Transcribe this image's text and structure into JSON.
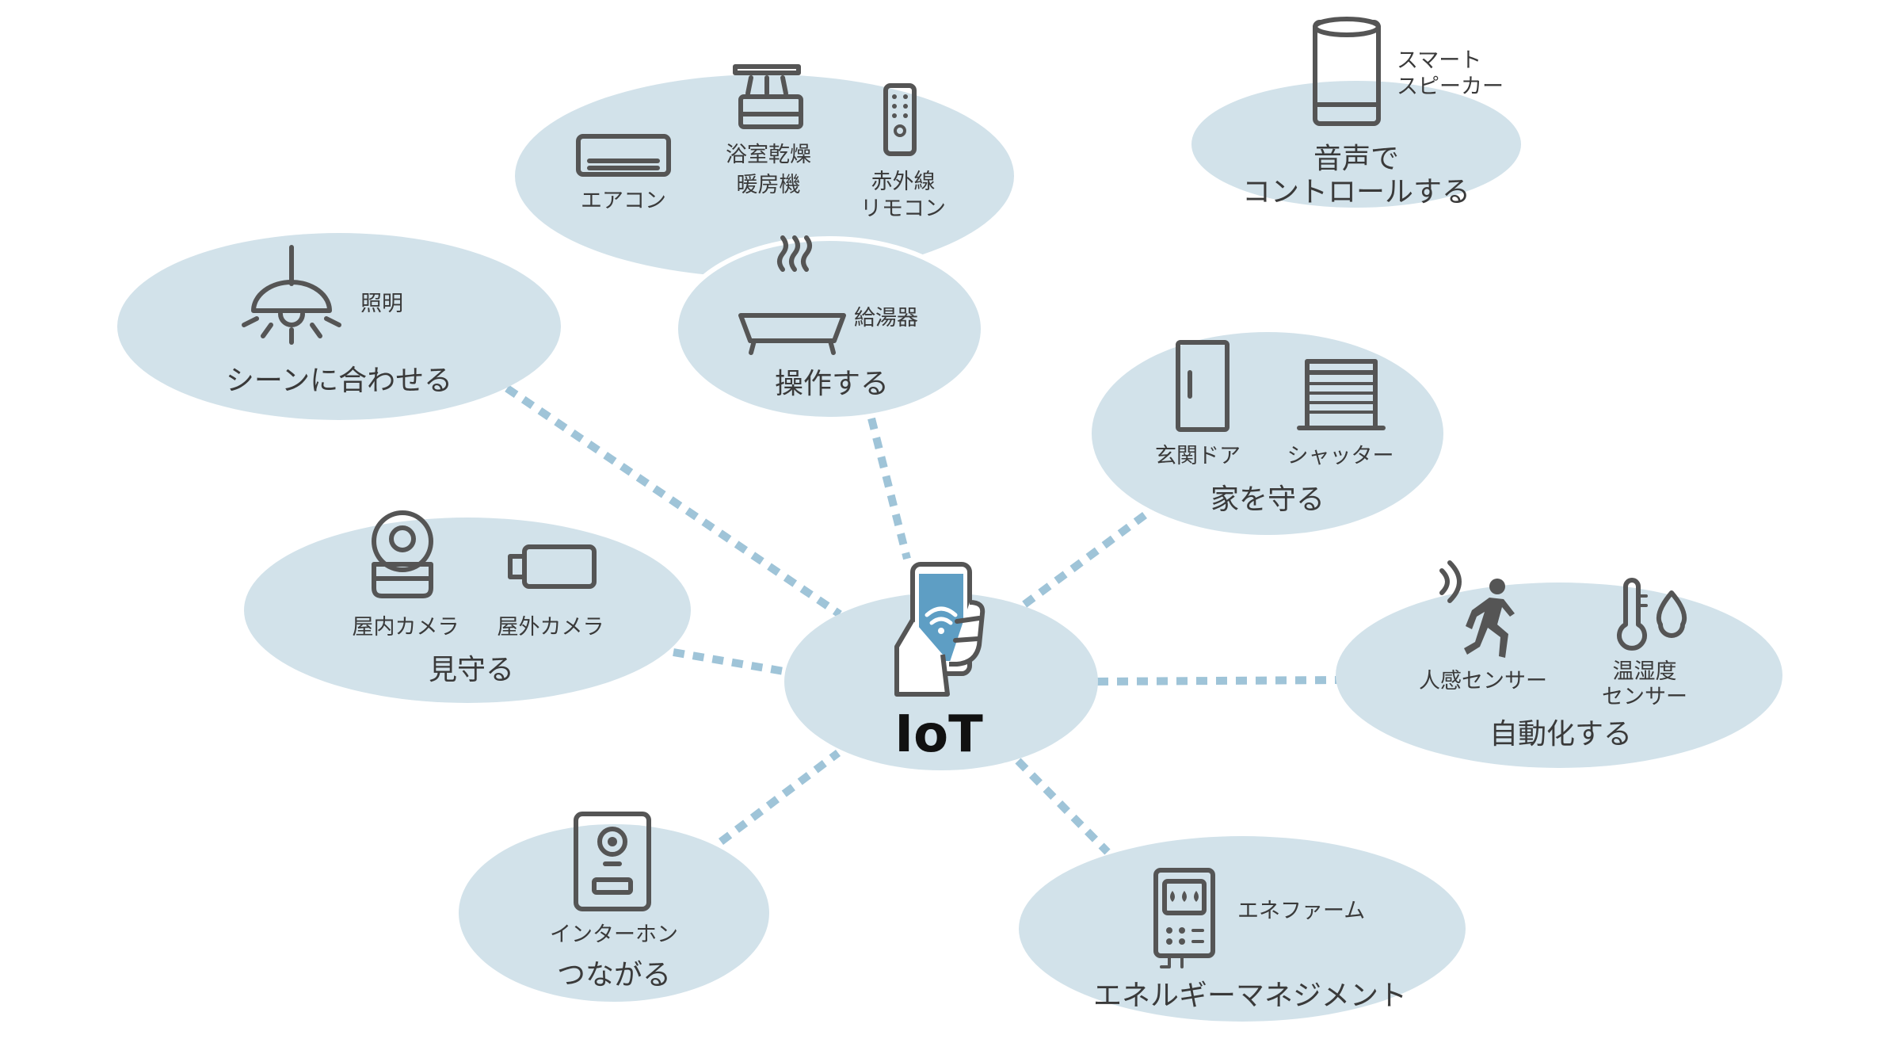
{
  "colors": {
    "bubble": "#d2e2ea",
    "connector": "#9fc4d8",
    "icon": "#555555",
    "accent": "#5e9ec4"
  },
  "hub": {
    "label": "IoT",
    "icon": "smartphone-in-hand-icon"
  },
  "groups": {
    "voice": {
      "title_lines": [
        "音声で",
        "コントロールする"
      ],
      "devices": [
        {
          "lines": [
            "スマート",
            "スピーカー"
          ],
          "icon": "smart-speaker-icon"
        }
      ]
    },
    "operate": {
      "title": "操作する",
      "devices": [
        {
          "lines": [
            "エアコン"
          ],
          "icon": "air-conditioner-icon"
        },
        {
          "lines": [
            "浴室乾燥",
            "暖房機"
          ],
          "icon": "bathroom-dryer-icon"
        },
        {
          "lines": [
            "赤外線",
            "リモコン"
          ],
          "icon": "remote-control-icon"
        },
        {
          "lines": [
            "給湯器"
          ],
          "icon": "bathtub-icon"
        }
      ]
    },
    "scene": {
      "title": "シーンに合わせる",
      "devices": [
        {
          "lines": [
            "照明"
          ],
          "icon": "ceiling-lamp-icon"
        }
      ]
    },
    "protect": {
      "title": "家を守る",
      "devices": [
        {
          "lines": [
            "玄関ドア"
          ],
          "icon": "door-icon"
        },
        {
          "lines": [
            "シャッター"
          ],
          "icon": "shutter-icon"
        }
      ]
    },
    "watch": {
      "title": "見守る",
      "devices": [
        {
          "lines": [
            "屋内カメラ"
          ],
          "icon": "indoor-camera-icon"
        },
        {
          "lines": [
            "屋外カメラ"
          ],
          "icon": "outdoor-camera-icon"
        }
      ]
    },
    "automate": {
      "title": "自動化する",
      "devices": [
        {
          "lines": [
            "人感センサー"
          ],
          "icon": "motion-sensor-icon"
        },
        {
          "lines": [
            "温湿度",
            "センサー"
          ],
          "icon": "thermo-hygrometer-icon"
        }
      ]
    },
    "connect": {
      "title": "つながる",
      "devices": [
        {
          "lines": [
            "インターホン"
          ],
          "icon": "intercom-icon"
        }
      ]
    },
    "energy": {
      "title": "エネルギーマネジメント",
      "devices": [
        {
          "lines": [
            "エネファーム"
          ],
          "icon": "fuel-cell-unit-icon"
        }
      ]
    }
  }
}
